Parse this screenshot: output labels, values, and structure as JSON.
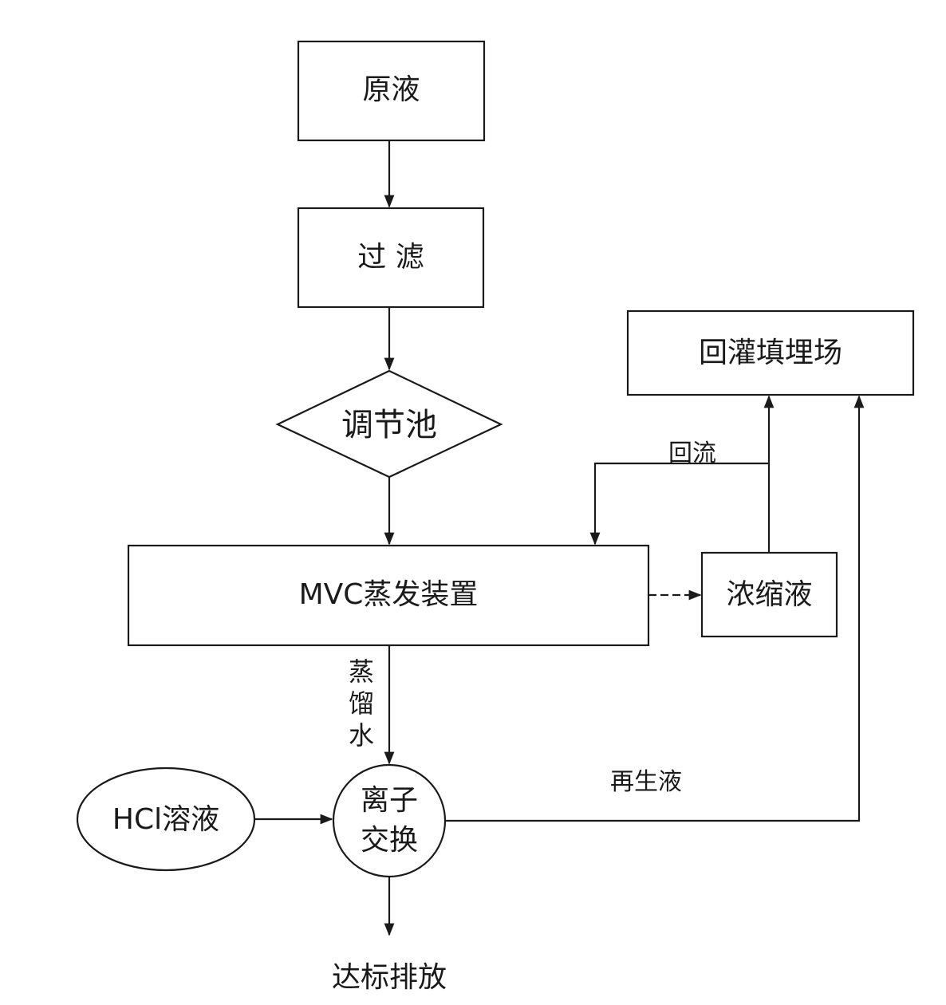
{
  "nodes": {
    "raw_liquid": "原液",
    "filtration": "过 滤",
    "regulating_tank": "调节池",
    "mvc_evaporator": "MVC蒸发装置",
    "concentrate": "浓缩液",
    "landfill_recharge": "回灌填埋场",
    "hcl_solution": "HCl溶液",
    "ion_exchange_line1": "离子",
    "ion_exchange_line2": "交换",
    "compliant_discharge": "达标排放"
  },
  "edge_labels": {
    "reflux": "回流",
    "distilled_water": "蒸馏水",
    "regeneration_liquid": "再生液"
  },
  "colors": {
    "stroke": "#1a1a1a",
    "background": "#ffffff"
  }
}
